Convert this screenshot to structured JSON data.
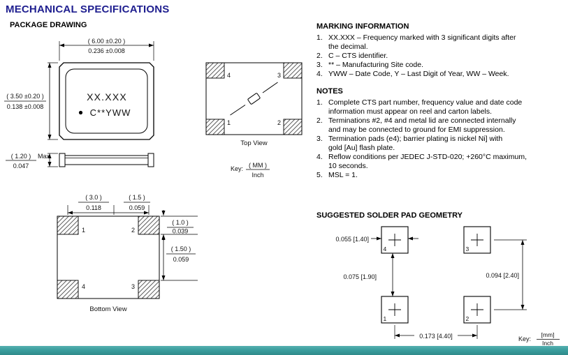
{
  "title": "MECHANICAL SPECIFICATIONS",
  "package_drawing": {
    "heading": "PACKAGE DRAWING",
    "front": {
      "dim_w_mm": "( 6.00 ±0.20 )",
      "dim_w_in": "0.236 ±0.008",
      "dim_h_mm": "( 3.50 ±0.20 )",
      "dim_h_in": "0.138 ±0.008",
      "marking_line1": "XX.XXX",
      "marking_line2": "C**YWW"
    },
    "side": {
      "dim_mm": "( 1.20 )",
      "dim_in": "0.047",
      "max_label": "Max"
    },
    "key": {
      "label": "Key:",
      "mm": "( MM )",
      "inch": "Inch"
    },
    "top_view": {
      "label": "Top View",
      "pad4": "4",
      "pad3": "3",
      "pad1": "1",
      "pad2": "2"
    },
    "bottom_view": {
      "label": "Bottom View",
      "pad1": "1",
      "pad2": "2",
      "pad4": "4",
      "pad3": "3",
      "dim_a_mm": "( 3.0 )",
      "dim_a_in": "0.118",
      "dim_b_mm": "( 1.5 )",
      "dim_b_in": "0.059",
      "dim_c_mm": "( 1.0 )",
      "dim_c_in": "0.039",
      "dim_d_mm": "( 1.50 )",
      "dim_d_in": "0.059"
    }
  },
  "marking_information": {
    "heading": "MARKING INFORMATION",
    "items": [
      {
        "num": "1.",
        "text": "XX.XXX – Frequency marked with 3 significant digits after\nthe decimal."
      },
      {
        "num": "2.",
        "text": "C – CTS identifier."
      },
      {
        "num": "3.",
        "text": "** – Manufacturing Site code."
      },
      {
        "num": "4.",
        "text": "YWW – Date Code, Y – Last Digit of Year, WW – Week."
      }
    ]
  },
  "notes": {
    "heading": "NOTES",
    "items": [
      {
        "num": "1.",
        "text": "Complete CTS part number, frequency value and date code\ninformation must appear on reel and carton labels."
      },
      {
        "num": "2.",
        "text": "Terminations #2, #4 and metal lid are connected internally\nand may be connected to ground for EMI suppression."
      },
      {
        "num": "3.",
        "text": "Termination pads (e4); barrier plating is nickel Ni] with\ngold [Au] flash plate."
      },
      {
        "num": "4.",
        "text": "Reflow conditions per JEDEC J-STD-020; +260°C maximum,\n10 seconds."
      },
      {
        "num": "5.",
        "text": "MSL = 1."
      }
    ]
  },
  "solder_pad": {
    "heading": "SUGGESTED SOLDER PAD GEOMETRY",
    "pad4": "4",
    "pad3": "3",
    "pad1": "1",
    "pad2": "2",
    "dim_pad": "0.055 [1.40]",
    "dim_gap": "0.075 [1.90]",
    "dim_vpitch": "0.094 [2.40]",
    "dim_hpitch": "0.173 [4.40]",
    "key": {
      "label": "Key:",
      "mm": "[mm]",
      "inch": "Inch"
    }
  },
  "colors": {
    "title_blue": "#1e1e8f",
    "footer_teal": "#3a9e9e"
  }
}
